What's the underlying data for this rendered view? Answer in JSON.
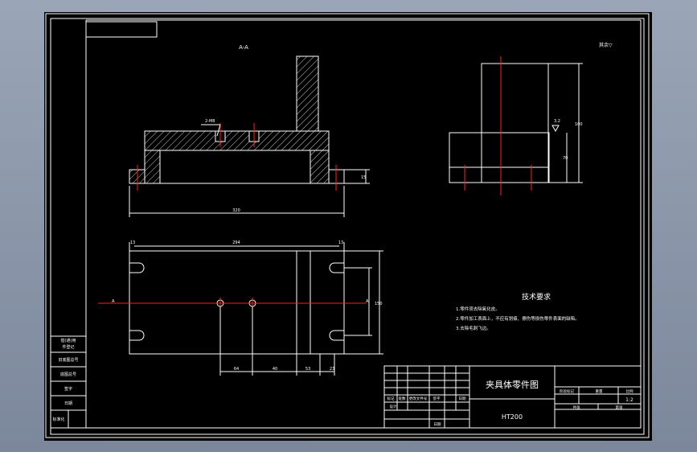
{
  "title_block": {
    "drawing_name": "夹具体零件图",
    "material": "HT200",
    "scale": "1:2",
    "row_labels": [
      "标记",
      "处数",
      "更改文件号",
      "签字",
      "日期"
    ],
    "design_label": "设计",
    "date_label": "日期",
    "stage_label": "阶段标记",
    "weight_label": "重量",
    "scale_label": "比例",
    "sheet_total_label": "共张",
    "sheet_label": "第张"
  },
  "left_column": {
    "labels": [
      "借(通)用",
      "件登记",
      "旧底图总号",
      "底图总号",
      "签字",
      "日期",
      "标准化"
    ]
  },
  "section_label": "A-A",
  "roughness_note": "其余▽",
  "tech_requirements": {
    "heading": "技术要求",
    "items": [
      "1.零件须去除氧化皮。",
      "2.零件加工表面上，不应有划痕、擦伤等损伤零件表面的缺陷。",
      "3.去除毛刺飞边。"
    ]
  },
  "dimensions": {
    "front_width": "320",
    "front_height_right": "15",
    "hole_callout": "2-M8",
    "side_total_height": "100",
    "side_base_height": "70",
    "roughness_side": "3.2",
    "top_overall_width": "294",
    "top_left_offset": "13",
    "top_right_offset": "13",
    "top_height": "150",
    "top_pos1": "64",
    "top_pos2": "40",
    "top_pos3": "53",
    "top_pos4": "23",
    "section_mark": "A"
  }
}
